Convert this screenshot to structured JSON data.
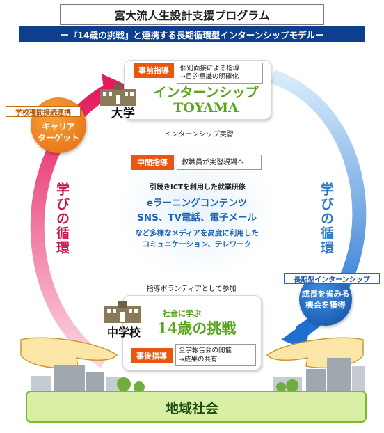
{
  "header": {
    "title": "富大流人生設計支援プログラム",
    "subtitle": "ー『14歳の挑戦』と連携する長期循環型インターンシップモデルー"
  },
  "university": {
    "pre_tag": "事前指導",
    "pre_text": "個別面接による指導\n→目的意識の明確化",
    "name": "大学",
    "program_line1": "インターンシップ",
    "program_line2": "TOYAMA",
    "caption": "インターンシップ実習"
  },
  "career_badge": {
    "header": "学校種間接続連携",
    "text": "キャリア\nターゲット"
  },
  "loop_labels": {
    "left": "学びの循環",
    "right": "学びの循環"
  },
  "middle": {
    "mid_tag": "中間指導",
    "mid_text": "教職員が実習現場へ",
    "line1": "引続きICTを利用した就業研修",
    "line2": "eラーニングコンテンツ",
    "line3": "SNS、TV電話、電子メール",
    "line4": "など多様なメディアを高度に利用した",
    "line5": "コミュニケーション、テレワーク"
  },
  "long_term": {
    "header": "長期型インターンシップ",
    "text": "成長を省みる\n機会を獲得"
  },
  "junior_high": {
    "caption": "指導ボランティアとして参加",
    "name": "中学校",
    "learn_label": "社会に学ぶ",
    "challenge": "14歳の挑戦",
    "post_tag": "事後指導",
    "post_text": "全学報告会の開催\n→成果の共有"
  },
  "community": {
    "label": "地域社会"
  },
  "colors": {
    "navy": "#0e3f8f",
    "orange": "#e8560f",
    "green": "#5aa51e",
    "pink": "#c8174f",
    "blue": "#2a78c6"
  }
}
